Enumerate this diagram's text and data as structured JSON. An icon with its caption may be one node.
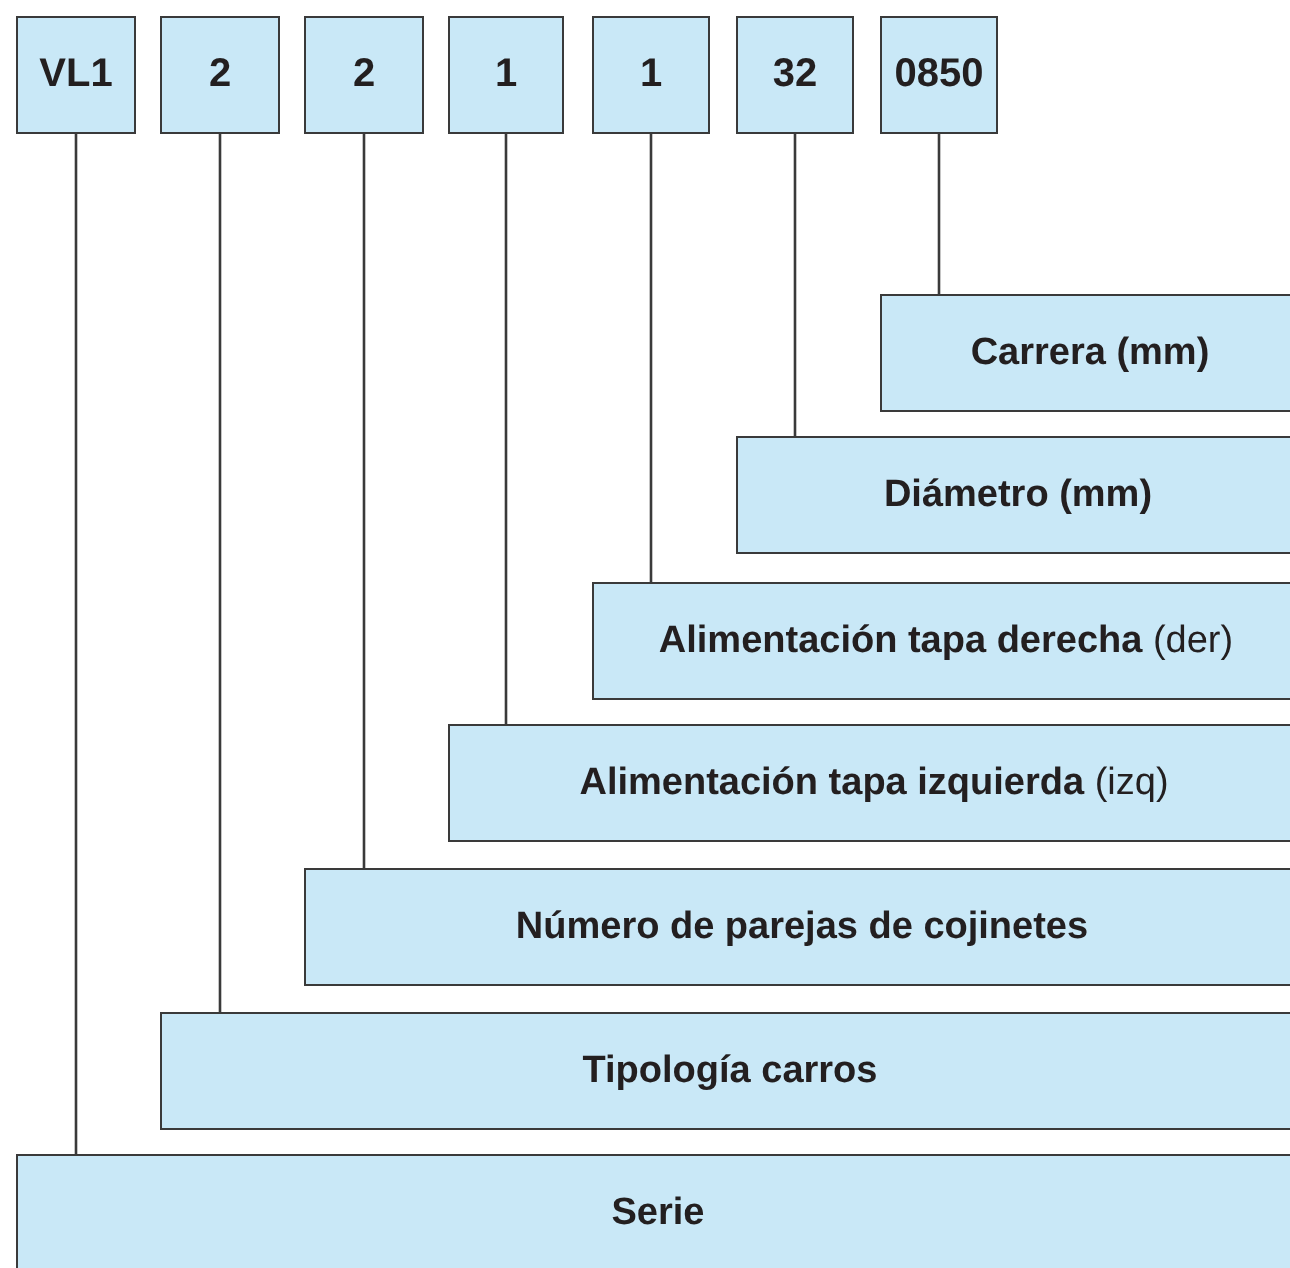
{
  "diagram": {
    "nodes": [
      {
        "text": [
          "VL1"
        ]
      },
      {
        "text": [
          "2"
        ]
      },
      {
        "text": [
          "2"
        ]
      },
      {
        "text": [
          "1"
        ]
      },
      {
        "text": [
          "1"
        ]
      },
      {
        "text": [
          "32"
        ]
      },
      {
        "text": [
          "0850"
        ]
      },
      {
        "text": [
          "Carrera (mm)"
        ]
      },
      {
        "text": [
          "Diámetro (mm)"
        ]
      },
      {
        "text": [
          "**Alimentación tapa derecha** (der)"
        ]
      },
      {
        "text": [
          "**Alimentación tapa izquierda** (izq)"
        ]
      },
      {
        "text": [
          "Número de parejas de cojinetes"
        ]
      },
      {
        "text": [
          "Tipología carros"
        ]
      },
      {
        "text": [
          "Serie"
        ]
      }
    ],
    "edges": [
      {
        "from": 0,
        "to": 13,
        "arrow": "none"
      },
      {
        "from": 1,
        "to": 12,
        "arrow": "none"
      },
      {
        "from": 2,
        "to": 11,
        "arrow": "none"
      },
      {
        "from": 3,
        "to": 10,
        "arrow": "none"
      },
      {
        "from": 4,
        "to": 9,
        "arrow": "none"
      },
      {
        "from": 5,
        "to": 8,
        "arrow": "none"
      },
      {
        "from": 6,
        "to": 7,
        "arrow": "none"
      }
    ]
  }
}
